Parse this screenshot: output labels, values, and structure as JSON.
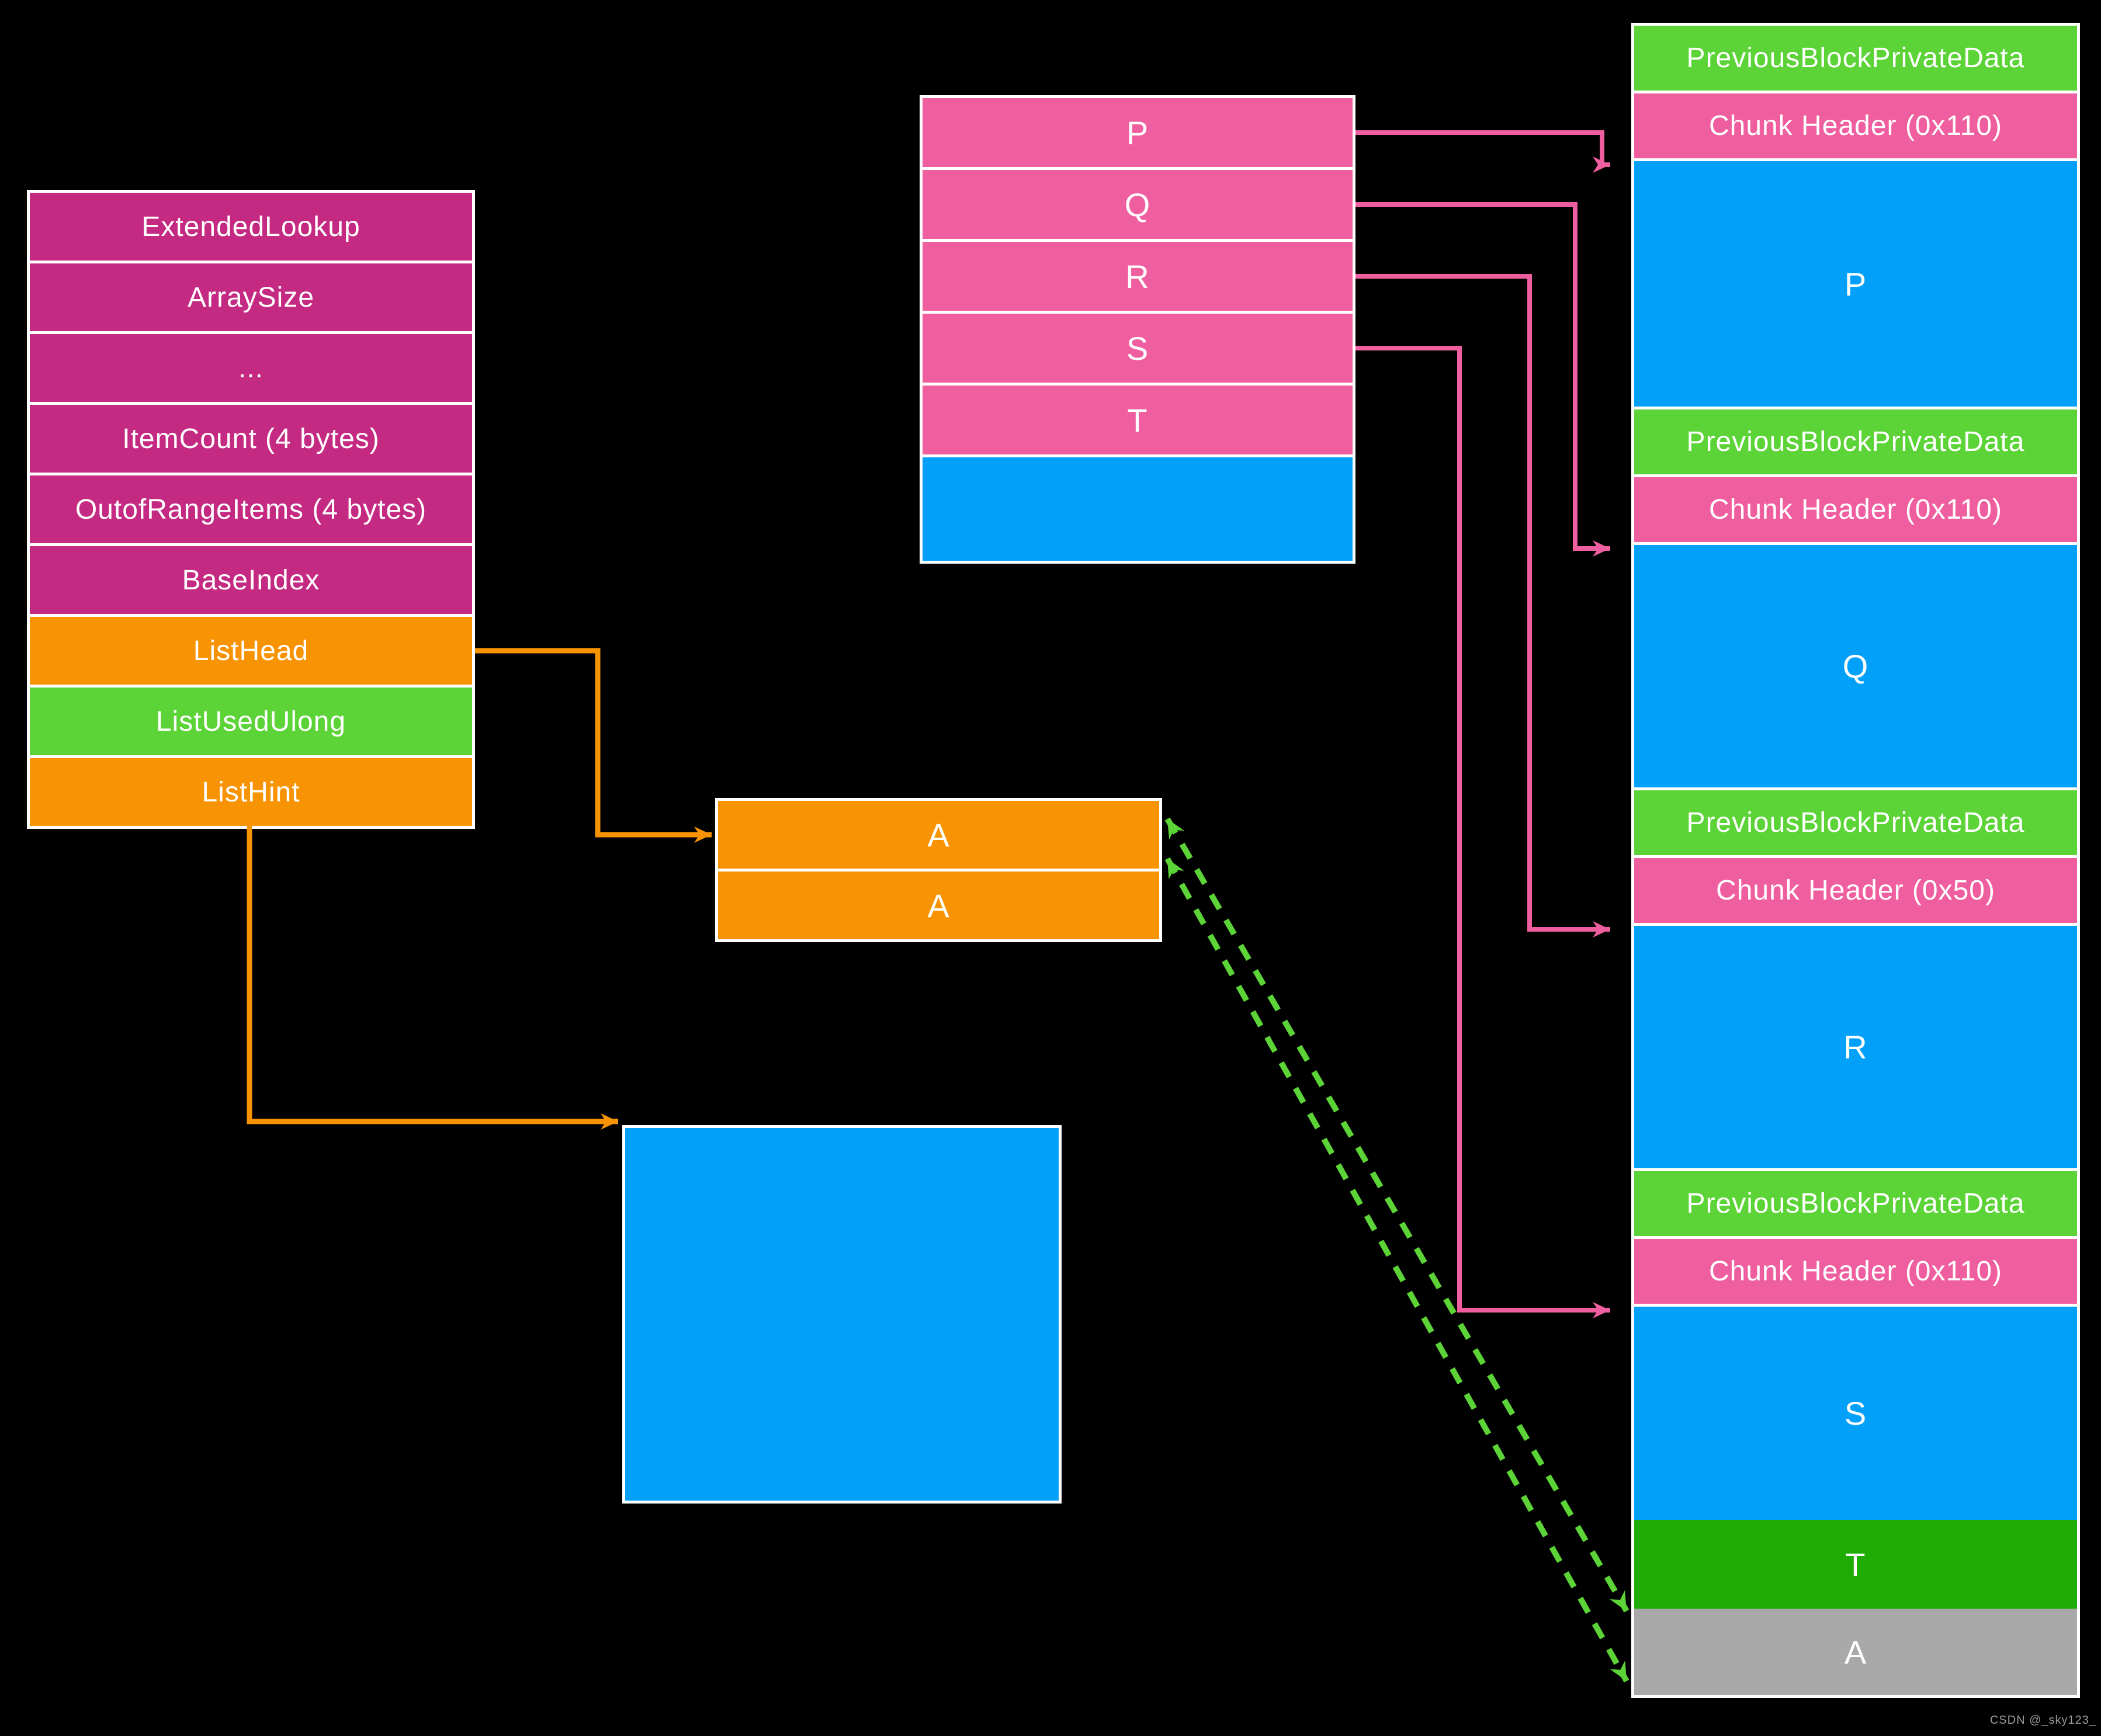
{
  "palette": {
    "background": "#000000",
    "magenta": "#C42A82",
    "pink": "#EF5F9F",
    "orange": "#F89404",
    "light_green": "#5CD337",
    "dark_green": "#1FAD05",
    "blue": "#02A0F8",
    "gray": "#A9A9A9",
    "white": "#FFFFFF",
    "watermark_gray": "#9B9B9B"
  },
  "lookup_table": {
    "rows": [
      {
        "label": "ExtendedLookup",
        "color": "magenta"
      },
      {
        "label": "ArraySize",
        "color": "magenta"
      },
      {
        "label": "...",
        "color": "magenta"
      },
      {
        "label": "ItemCount (4 bytes)",
        "color": "magenta"
      },
      {
        "label": "OutofRangeItems (4 bytes)",
        "color": "magenta"
      },
      {
        "label": "BaseIndex",
        "color": "magenta"
      },
      {
        "label": "ListHead",
        "color": "orange"
      },
      {
        "label": "ListUsedUlong",
        "color": "light_green"
      },
      {
        "label": "ListHint",
        "color": "orange"
      }
    ]
  },
  "listhint_table": {
    "rows": [
      {
        "label": "P",
        "color": "pink"
      },
      {
        "label": "Q",
        "color": "pink"
      },
      {
        "label": "R",
        "color": "pink"
      },
      {
        "label": "S",
        "color": "pink"
      },
      {
        "label": "T",
        "color": "pink"
      },
      {
        "label": "",
        "color": "blue"
      }
    ]
  },
  "freelist_box": {
    "rows": [
      {
        "label": "A",
        "color": "orange"
      },
      {
        "label": "A",
        "color": "orange"
      }
    ]
  },
  "empty_block": {
    "rows": [
      {
        "label": "",
        "color": "blue"
      }
    ]
  },
  "heap_column": {
    "sections": [
      {
        "label": "PreviousBlockPrivateData",
        "color": "light_green",
        "kind": "header"
      },
      {
        "label": "Chunk Header (0x110)",
        "color": "pink",
        "kind": "header"
      },
      {
        "label": "P",
        "color": "blue",
        "kind": "block-p"
      },
      {
        "label": "PreviousBlockPrivateData",
        "color": "light_green",
        "kind": "header"
      },
      {
        "label": "Chunk Header (0x110)",
        "color": "pink",
        "kind": "header"
      },
      {
        "label": "Q",
        "color": "blue",
        "kind": "block-q"
      },
      {
        "label": "PreviousBlockPrivateData",
        "color": "light_green",
        "kind": "header"
      },
      {
        "label": "Chunk Header (0x50)",
        "color": "pink",
        "kind": "header"
      },
      {
        "label": "R",
        "color": "blue",
        "kind": "block-r"
      },
      {
        "label": "PreviousBlockPrivateData",
        "color": "light_green",
        "kind": "header"
      },
      {
        "label": "Chunk Header (0x110)",
        "color": "pink",
        "kind": "header"
      },
      {
        "label": "S",
        "color": "blue",
        "kind": "block-s"
      },
      {
        "label": "T",
        "color": "dark_green",
        "kind": "t"
      },
      {
        "label": "A",
        "color": "gray",
        "kind": "a"
      }
    ]
  },
  "watermark": "CSDN @_sky123_"
}
